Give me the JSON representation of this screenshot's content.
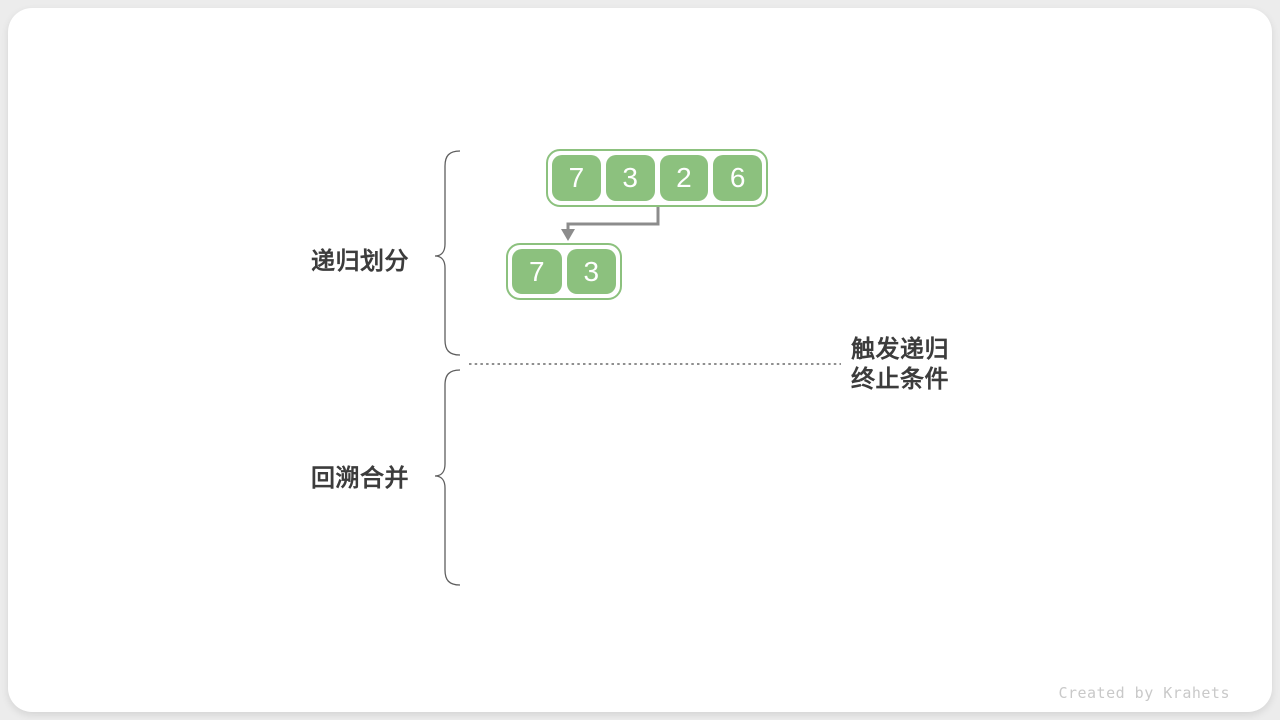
{
  "colors": {
    "pageBg": "#ececec",
    "cardBg": "#ffffff",
    "cellGreen": "#8cc17e",
    "cellText": "#ffffff",
    "arrowGray": "#8c8c8c",
    "braceGray": "#5e5e5e",
    "labelDark": "#3c3c3c",
    "dottedGray": "#8f8f8f",
    "watermarkGray": "#c9c9c9"
  },
  "labels": {
    "recursive_divide": "递归划分",
    "backtrack_merge": "回溯合并",
    "termination_line1": "触发递归",
    "termination_line2": "终止条件"
  },
  "diagram": {
    "top_array": {
      "cells": [
        "7",
        "3",
        "2",
        "6"
      ]
    },
    "sub_array": {
      "cells": [
        "7",
        "3"
      ]
    }
  },
  "watermark": "Created by Krahets"
}
